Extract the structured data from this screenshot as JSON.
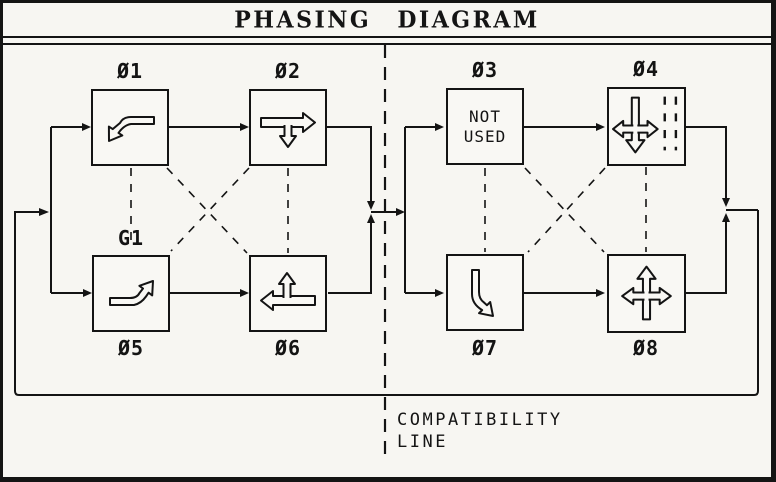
{
  "header": {
    "title": "PHASING DIAGRAM"
  },
  "boxes": {
    "p1": {
      "label": "Ø1",
      "icon": "curve-left-down-arrow"
    },
    "p2": {
      "label": "Ø2",
      "icon": "right-through-with-down-branch-arrow"
    },
    "p3": {
      "label": "Ø3",
      "line1": "NOT",
      "line2": "USED"
    },
    "p4": {
      "label": "Ø4",
      "icon": "down-left-right-trident-arrow",
      "extra_icon": "lane-dashes"
    },
    "p5": {
      "label": "Ø5",
      "extra_label": "G1",
      "icon": "curve-right-up-arrow"
    },
    "p6": {
      "label": "Ø6",
      "icon": "left-through-with-up-branch-arrow"
    },
    "p7": {
      "label": "Ø7",
      "icon": "curve-down-right-arrow"
    },
    "p8": {
      "label": "Ø8",
      "icon": "up-left-right-trident-arrow"
    }
  },
  "annotation": {
    "line1": "COMPATIBILITY",
    "line2": "LINE"
  },
  "colors": {
    "line": "#141414",
    "background": "#f7f6f2",
    "box_fill": "#f9f8f4"
  }
}
